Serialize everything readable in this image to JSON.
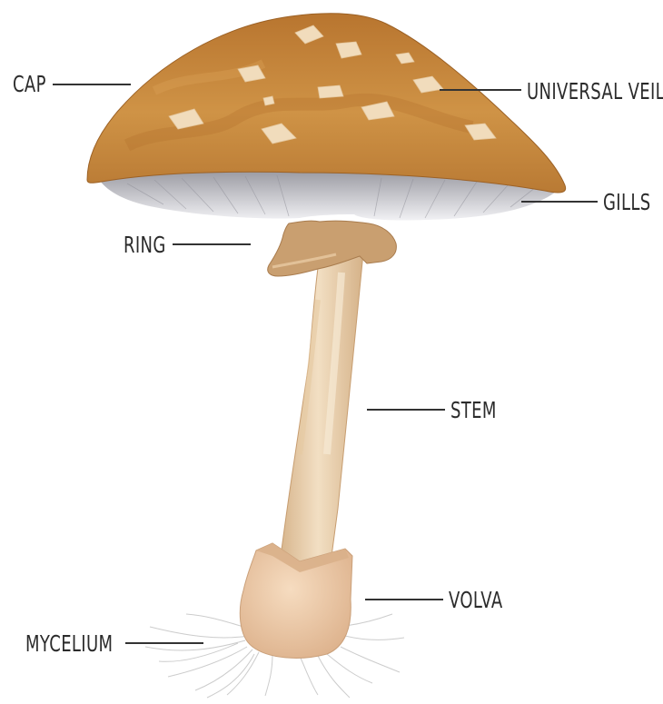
{
  "diagram": {
    "labels": {
      "cap": "CAP",
      "universal_veil": "UNIVERSAL VEIL",
      "gills": "GILLS",
      "ring": "RING",
      "stem": "STEM",
      "volva": "VOLVA",
      "mycelium": "MYCELIUM"
    },
    "colors": {
      "cap": "#c88a3c",
      "cap_dark": "#a8682a",
      "patches": "#f1dcbc",
      "gills": "#e6e6ea",
      "stem": "#ecd6b6",
      "ring": "#c99f70",
      "volva": "#f0cfae",
      "mycelium": "#c9c9c9",
      "text": "#2b2b2b"
    }
  }
}
